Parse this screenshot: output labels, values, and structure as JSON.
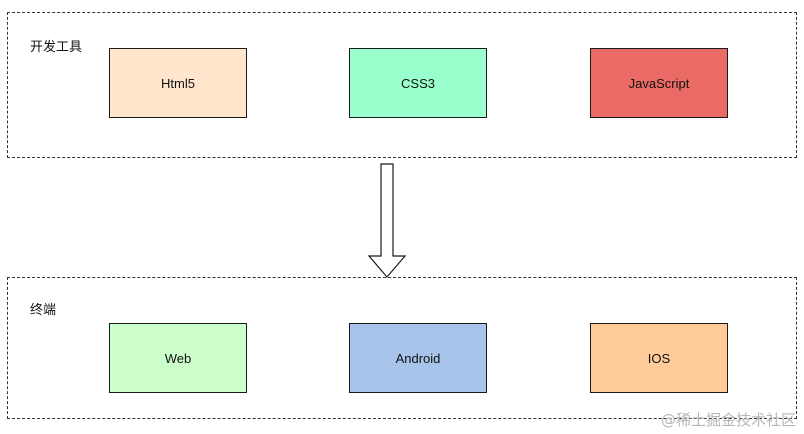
{
  "groups": {
    "top": {
      "label": "开发工具"
    },
    "bottom": {
      "label": "终端"
    }
  },
  "nodes": {
    "html5": {
      "label": "Html5",
      "fill": "#ffe6cc"
    },
    "css3": {
      "label": "CSS3",
      "fill": "#99ffcc"
    },
    "javascript": {
      "label": "JavaScript",
      "fill": "#ea6b66"
    },
    "web": {
      "label": "Web",
      "fill": "#ccffcc"
    },
    "android": {
      "label": "Android",
      "fill": "#a9c4eb"
    },
    "ios": {
      "label": "IOS",
      "fill": "#ffcc99"
    }
  },
  "colors": {
    "border": "#1a1a1a",
    "group_border": "#333333",
    "arrow_fill": "#ffffff"
  },
  "watermark": {
    "text": "@稀土掘金技术社区"
  }
}
